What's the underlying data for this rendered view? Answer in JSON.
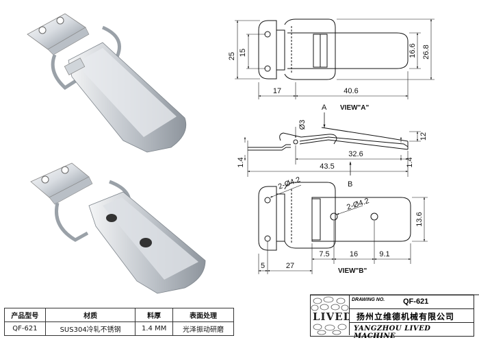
{
  "views": {
    "view_a": "VIEW\"A\"",
    "view_b": "VIEW\"B\"",
    "arrow_a": "A",
    "arrow_b": "B"
  },
  "dimensions": {
    "top_25": "25",
    "top_15": "15",
    "top_17": "17",
    "top_40_6": "40.6",
    "top_16_6": "16.6",
    "top_26_8": "26.8",
    "side_phi3": "Ø3",
    "side_32_6": "32.6",
    "side_43_5": "43.5",
    "side_12": "12",
    "side_1_4_left": "1.4",
    "side_1_4_right": "1.4",
    "bot_2phi4_2_left": "2-Ø4.2",
    "bot_2phi4_2_inner": "2-Ø4.2",
    "bot_13_6": "13.6",
    "bot_7_5": "7.5",
    "bot_16": "16",
    "bot_9_1": "9.1",
    "bot_5": "5",
    "bot_27": "27"
  },
  "spec_table": {
    "headers": [
      "产品型号",
      "材质",
      "料厚",
      "表面处理"
    ],
    "values": [
      "QF-621",
      "SUS304冷轧不锈钢",
      "1.4 MM",
      "光泽振动研磨"
    ]
  },
  "title_block": {
    "logo": "LIVED",
    "drawing_no_label": "DRAWING NO.",
    "drawing_no": "QF-621",
    "company_cn": "扬州立维德机械有限公司",
    "company_en": "YANGZHOU LIVED MACHINE"
  }
}
